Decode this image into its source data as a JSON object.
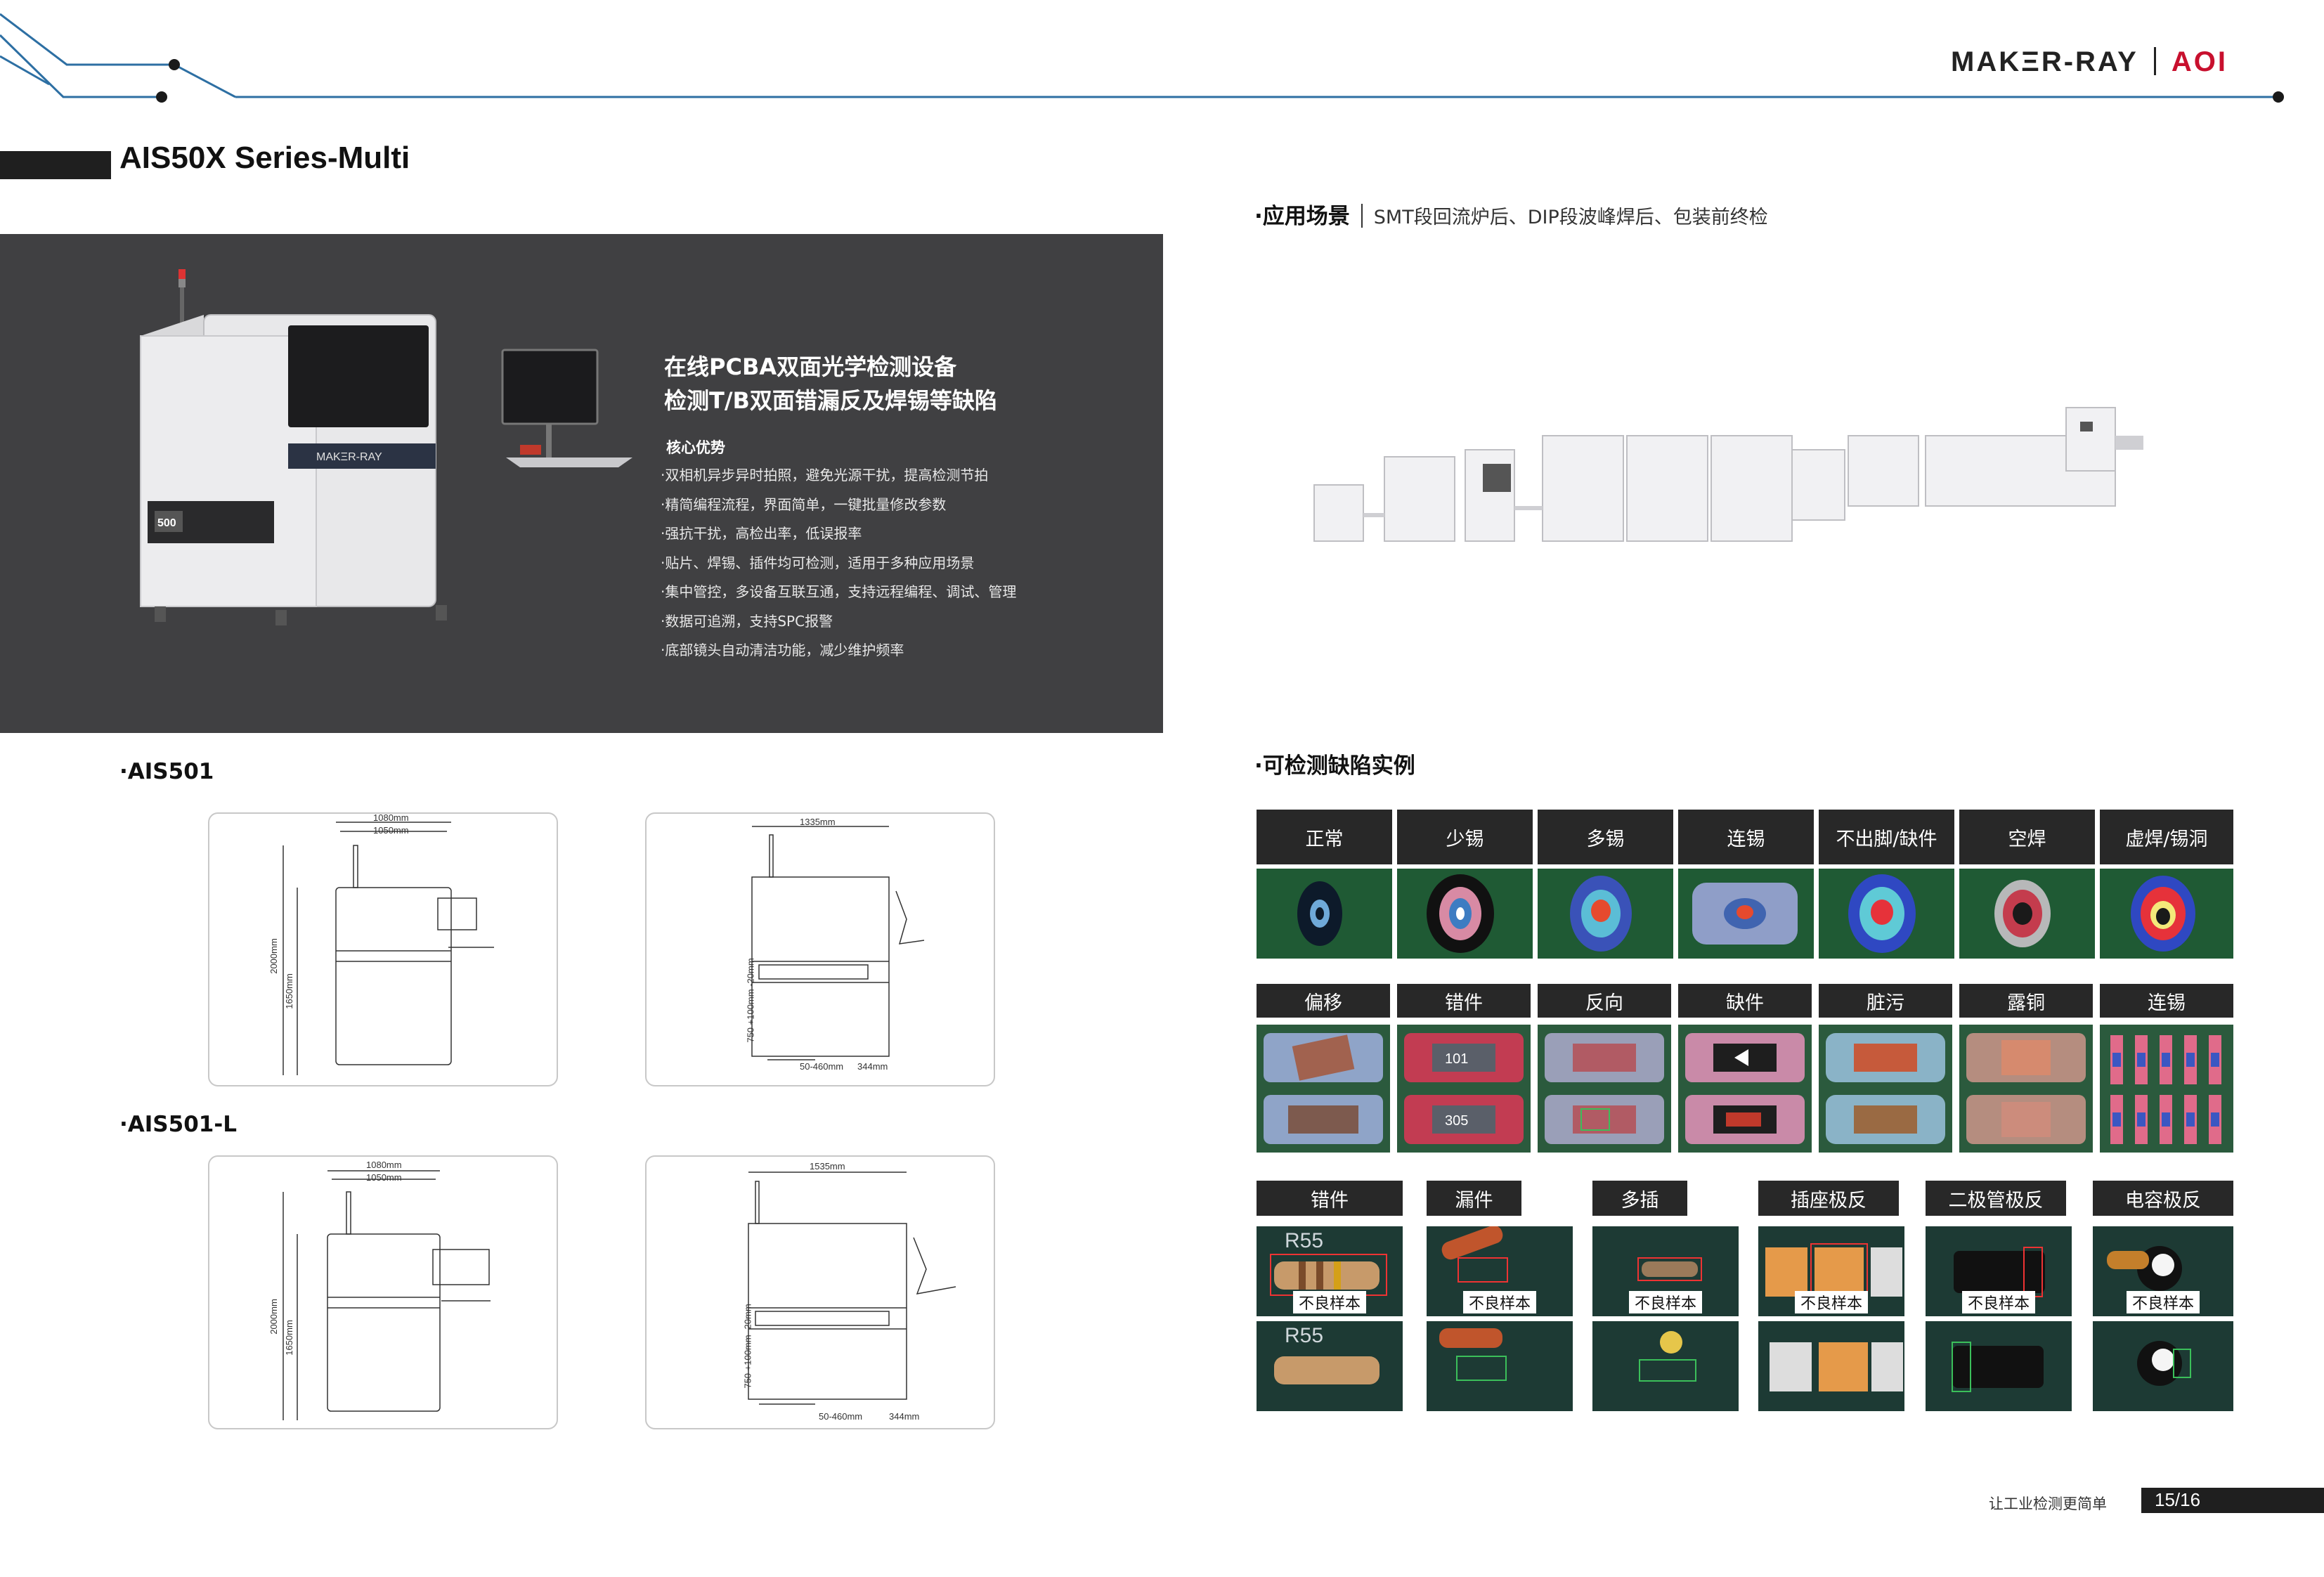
{
  "header": {
    "brand": "MAKΞR-RAY",
    "product": "AOI"
  },
  "page_title": "AIS50X Series-Multi",
  "hero": {
    "headline_1": "在线PCBA双面光学检测设备",
    "headline_2": "检测T/B双面错漏反及焊锡等缺陷",
    "subheading": "核心优势",
    "machine_logo": "MAKΞR-RAY",
    "machine_badge": "500",
    "advantages": [
      "·双相机异步异时拍照，避免光源干扰，提高检测节拍",
      "·精简编程流程，界面简单，一键批量修改参数",
      "·强抗干扰，高检出率，低误报率",
      "·贴片、焊锡、插件均可检测，适用于多种应用场景",
      "·集中管控，多设备互联互通，支持远程编程、调试、管理",
      "·数据可追溯，支持SPC报警",
      "·底部镜头自动清洁功能，减少维护频率"
    ]
  },
  "application": {
    "label": "·应用场景",
    "text": "SMT段回流炉后、DIP段波峰焊后、包装前终检"
  },
  "models": [
    {
      "name": "·AIS501",
      "front": {
        "w_outer": "1080mm",
        "w_inner": "1050mm",
        "h_total": "2000mm",
        "h_body": "1650mm"
      },
      "side": {
        "depth": "1335mm",
        "height": "750 +100mm -20mm",
        "range": "50-460mm",
        "offset": "344mm"
      }
    },
    {
      "name": "·AIS501-L",
      "front": {
        "w_outer": "1080mm",
        "w_inner": "1050mm",
        "h_total": "2000mm",
        "h_body": "1650mm"
      },
      "side": {
        "depth": "1535mm",
        "height": "750 +100mm -20mm",
        "range": "50-460mm",
        "offset": "344mm"
      }
    }
  ],
  "defects": {
    "label": "·可检测缺陷实例",
    "row1": [
      "正常",
      "少锡",
      "多锡",
      "连锡",
      "不出脚/缺件",
      "空焊",
      "虚焊/锡洞"
    ],
    "row2": [
      "偏移",
      "错件",
      "反向",
      "缺件",
      "脏污",
      "露铜",
      "连锡"
    ],
    "row3": [
      "错件",
      "漏件",
      "多插",
      "插座极反",
      "二极管极反",
      "电容极反"
    ],
    "bad_sample": "不良样本",
    "chip_marks": {
      "code_101": "101",
      "code_305": "305",
      "r55": "R55"
    }
  },
  "footer": {
    "slogan": "让工业检测更简单",
    "page": "15/16"
  },
  "colors": {
    "brand_red": "#c8102e",
    "panel_dark": "#404042",
    "label_dark": "#282828",
    "pcb_green": "#1f5a34",
    "accent_blue": "#2d6fa3"
  }
}
